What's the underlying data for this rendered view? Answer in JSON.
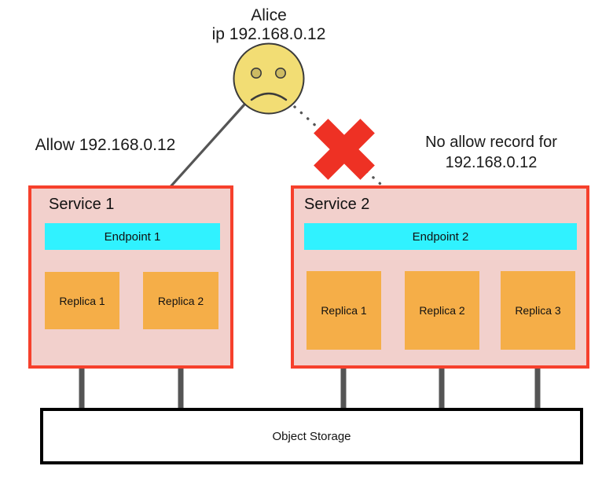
{
  "diagram": {
    "title_actor": "Alice",
    "actor_ip": "ip 192.168.0.12",
    "note_allow": "Allow 192.168.0.12",
    "note_deny": "No allow record for\n192.168.0.12",
    "services": [
      {
        "id": "service-1",
        "title": "Service 1",
        "endpoint": "Endpoint 1",
        "replicas": [
          "Replica 1",
          "Replica 2"
        ],
        "access": "allowed"
      },
      {
        "id": "service-2",
        "title": "Service 2",
        "endpoint": "Endpoint 2",
        "replicas": [
          "Replica 1",
          "Replica 2",
          "Replica 3"
        ],
        "access": "denied"
      }
    ],
    "storage": {
      "label": "Object Storage"
    },
    "icons": {
      "actor": "sad-face-icon",
      "denied": "red-x-icon"
    },
    "colors": {
      "service_fill": "#F2D0CC",
      "service_border": "#F6402C",
      "endpoint_fill": "#30F2FF",
      "replica_fill": "#F5AE48",
      "actor_fill": "#F2DD74",
      "actor_stroke": "#3A3A3A",
      "connector": "#555555",
      "deny_mark": "#EE3124",
      "storage_border": "#000000",
      "background": "#FFFFFF"
    }
  }
}
